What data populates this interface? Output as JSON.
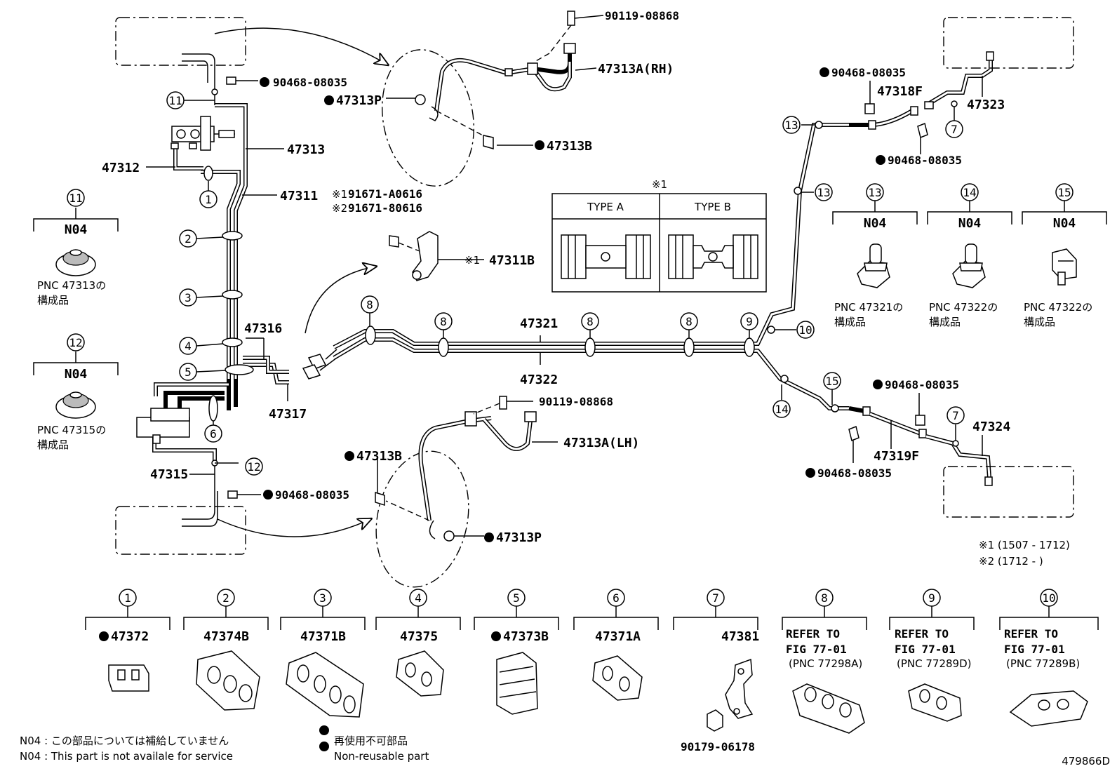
{
  "diagram_id": "479866D",
  "callouts": {
    "c1": "1",
    "c2": "2",
    "c3": "3",
    "c4": "4",
    "c5": "5",
    "c6": "6",
    "c7": "7",
    "c8": "8",
    "c9": "9",
    "c10": "10",
    "c11": "11",
    "c12": "12",
    "c13": "13",
    "c14": "14",
    "c15": "15"
  },
  "parts": {
    "p90119_top": "90119-08868",
    "p47313A_RH": "47313A(RH)",
    "p90468_top_left": "90468-08035",
    "p47313P_top": "47313P",
    "p47313B_top": "47313B",
    "p47313": "47313",
    "p47312": "47312",
    "p47311": "47311",
    "p91671_a": "91671-A0616",
    "p91671_b": "91671-80616",
    "p47311B": "47311B",
    "p47316": "47316",
    "p47317": "47317",
    "p47321": "47321",
    "p47322": "47322",
    "p47315": "47315",
    "p90468_bottom_left": "90468-08035",
    "p90119_bottom": "90119-08868",
    "p47313A_LH": "47313A(LH)",
    "p47313B_bottom": "47313B",
    "p47313P_bottom": "47313P",
    "p90468_rt1": "90468-08035",
    "p47318F": "47318F",
    "p47323": "47323",
    "p90468_rt2": "90468-08035",
    "p90468_rb1": "90468-08035",
    "p47324": "47324",
    "p47319F": "47319F",
    "p90468_rb2": "90468-08035"
  },
  "marks": {
    "ref1": "※1",
    "ref2": "※2",
    "ref1_small": "※1",
    "type_hdr": "※1"
  },
  "type_table": {
    "a": "TYPE A",
    "b": "TYPE B"
  },
  "n04_boxes": {
    "code": "N04",
    "b11": "PNC 47313の",
    "b12": "PNC 47315の",
    "b13": "PNC 47321の",
    "b14": "PNC 47322の",
    "b15": "PNC 47322の",
    "suffix": "構成品"
  },
  "bottom_boxes": {
    "b1": "47372",
    "b2": "47374B",
    "b3": "47371B",
    "b4": "47375",
    "b5": "47373B",
    "b6": "47371A",
    "b7": "47381",
    "b7_sub": "90179-06178",
    "refer": "REFER TO",
    "fig": "FIG 77-01",
    "b8_pnc": "(PNC 77298A)",
    "b9_pnc": "(PNC 77289D)",
    "b10_pnc": "(PNC 77289B)"
  },
  "ranges": {
    "r1": "※1 (1507 - 1712)",
    "r2": "※2 (1712 -      )"
  },
  "legend": {
    "n04_jp": "N04 : この部品については補給していません",
    "n04_en": "N04 : This part is not availale for service",
    "nr_jp": "再使用不可部品",
    "nr_en": "Non-reusable part"
  }
}
